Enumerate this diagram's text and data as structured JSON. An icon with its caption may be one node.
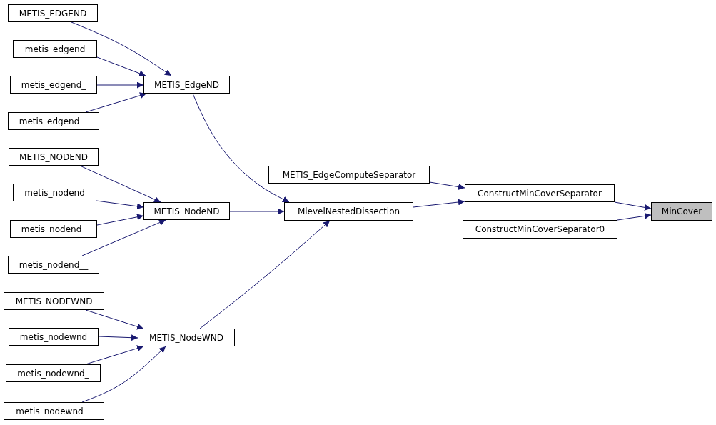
{
  "diagram": {
    "nodes": [
      {
        "text": [
          "METIS_EDGEND"
        ]
      },
      {
        "text": [
          "metis_edgend"
        ]
      },
      {
        "text": [
          "metis_edgend_"
        ]
      },
      {
        "text": [
          "metis_edgend__"
        ]
      },
      {
        "text": [
          "METIS_EdgeND"
        ]
      },
      {
        "text": [
          "METIS_NODEND"
        ]
      },
      {
        "text": [
          "metis_nodend"
        ]
      },
      {
        "text": [
          "metis_nodend_"
        ]
      },
      {
        "text": [
          "metis_nodend__"
        ]
      },
      {
        "text": [
          "METIS_NodeND"
        ]
      },
      {
        "text": [
          "METIS_NODEWND"
        ]
      },
      {
        "text": [
          "metis_nodewnd"
        ]
      },
      {
        "text": [
          "metis_nodewnd_"
        ]
      },
      {
        "text": [
          "metis_nodewnd__"
        ]
      },
      {
        "text": [
          "METIS_NodeWND"
        ]
      },
      {
        "text": [
          "METIS_EdgeComputeSeparator"
        ]
      },
      {
        "text": [
          "MlevelNestedDissection"
        ]
      },
      {
        "text": [
          "ConstructMinCoverSeparator"
        ]
      },
      {
        "text": [
          "ConstructMinCoverSeparator0"
        ]
      },
      {
        "text": [
          "MinCover"
        ]
      }
    ],
    "edges": [
      {
        "from": 0,
        "to": 4,
        "arrow": "to"
      },
      {
        "from": 1,
        "to": 4,
        "arrow": "to"
      },
      {
        "from": 2,
        "to": 4,
        "arrow": "to"
      },
      {
        "from": 3,
        "to": 4,
        "arrow": "to"
      },
      {
        "from": 5,
        "to": 9,
        "arrow": "to"
      },
      {
        "from": 6,
        "to": 9,
        "arrow": "to"
      },
      {
        "from": 7,
        "to": 9,
        "arrow": "to"
      },
      {
        "from": 8,
        "to": 9,
        "arrow": "to"
      },
      {
        "from": 10,
        "to": 14,
        "arrow": "to"
      },
      {
        "from": 11,
        "to": 14,
        "arrow": "to"
      },
      {
        "from": 12,
        "to": 14,
        "arrow": "to"
      },
      {
        "from": 13,
        "to": 14,
        "arrow": "to"
      },
      {
        "from": 4,
        "to": 16,
        "arrow": "to"
      },
      {
        "from": 9,
        "to": 16,
        "arrow": "to"
      },
      {
        "from": 14,
        "to": 16,
        "arrow": "to"
      },
      {
        "from": 15,
        "to": 17,
        "arrow": "to"
      },
      {
        "from": 16,
        "to": 17,
        "arrow": "to"
      },
      {
        "from": 17,
        "to": 19,
        "arrow": "to"
      },
      {
        "from": 18,
        "to": 19,
        "arrow": "to"
      }
    ]
  }
}
